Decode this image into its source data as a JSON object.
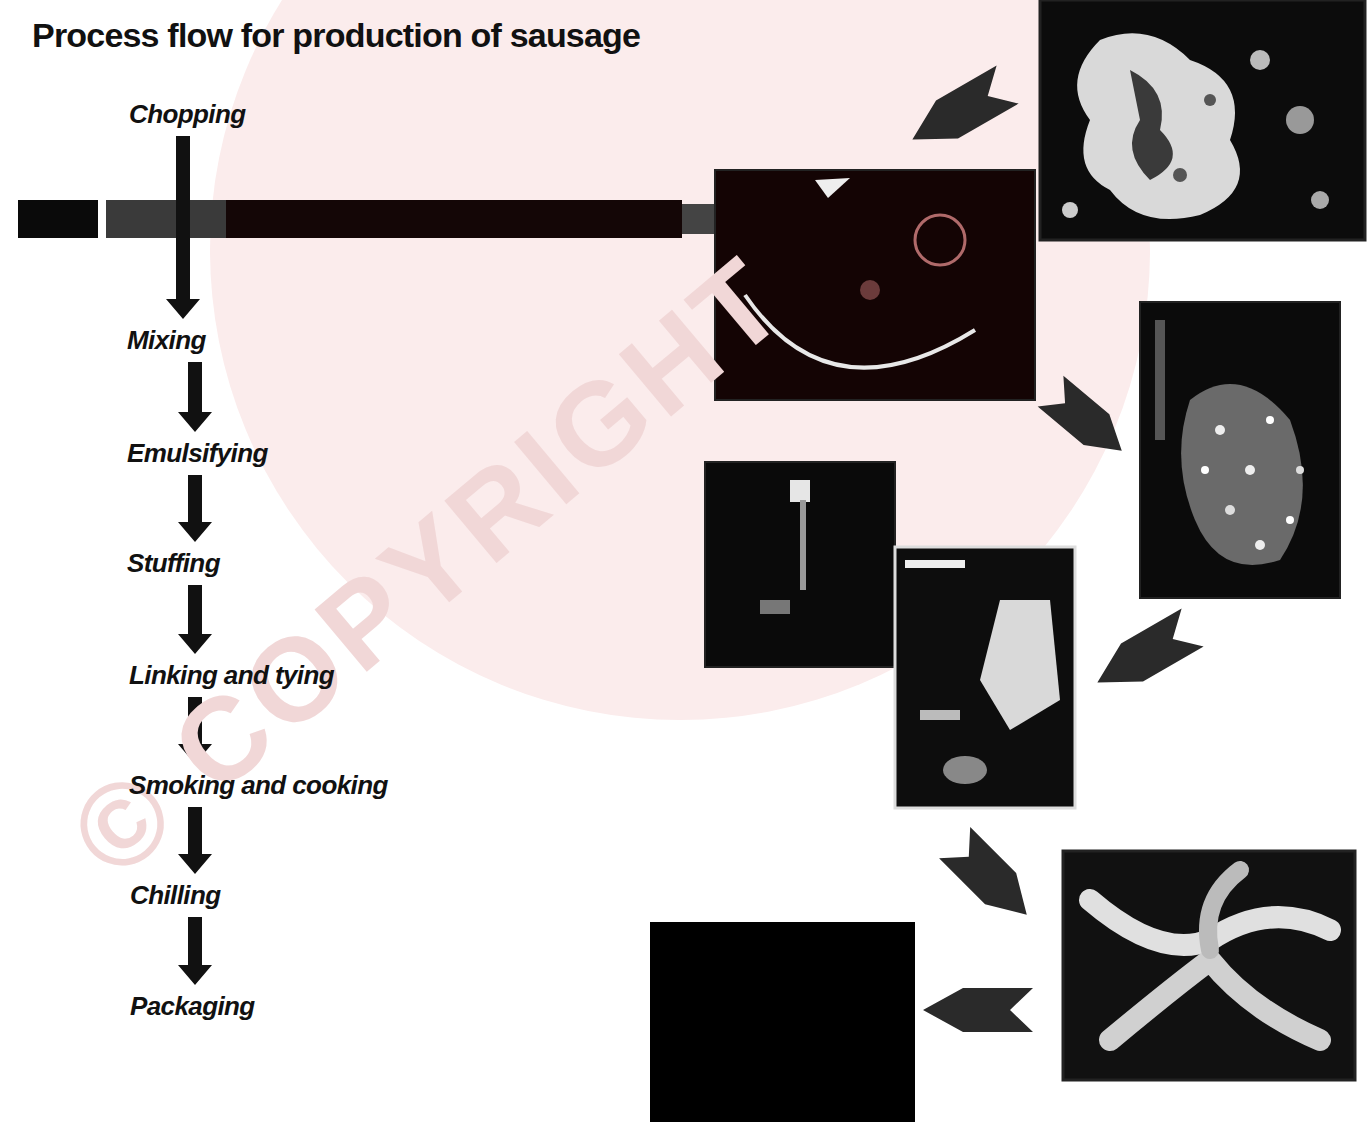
{
  "diagram": {
    "title": "Process flow for production of sausage",
    "nodes": [
      {
        "text": [
          "Chopping"
        ]
      },
      {
        "text": [
          "Mixing"
        ]
      },
      {
        "text": [
          "Emulsifying"
        ]
      },
      {
        "text": [
          "Stuffing"
        ]
      },
      {
        "text": [
          "Linking and tying"
        ]
      },
      {
        "text": [
          "Smoking and cooking"
        ]
      },
      {
        "text": [
          "Chilling"
        ]
      },
      {
        "text": [
          "Packaging"
        ]
      }
    ],
    "edges": [
      {
        "from": 0,
        "to": 1,
        "arrow": "to"
      },
      {
        "from": 1,
        "to": 2,
        "arrow": "to"
      },
      {
        "from": 2,
        "to": 3,
        "arrow": "to"
      },
      {
        "from": 3,
        "to": 4,
        "arrow": "to"
      },
      {
        "from": 4,
        "to": 5,
        "arrow": "to"
      },
      {
        "from": 5,
        "to": 6,
        "arrow": "to"
      },
      {
        "from": 6,
        "to": 7,
        "arrow": "to"
      }
    ],
    "labels": [
      "© COPYRIGHT"
    ]
  }
}
